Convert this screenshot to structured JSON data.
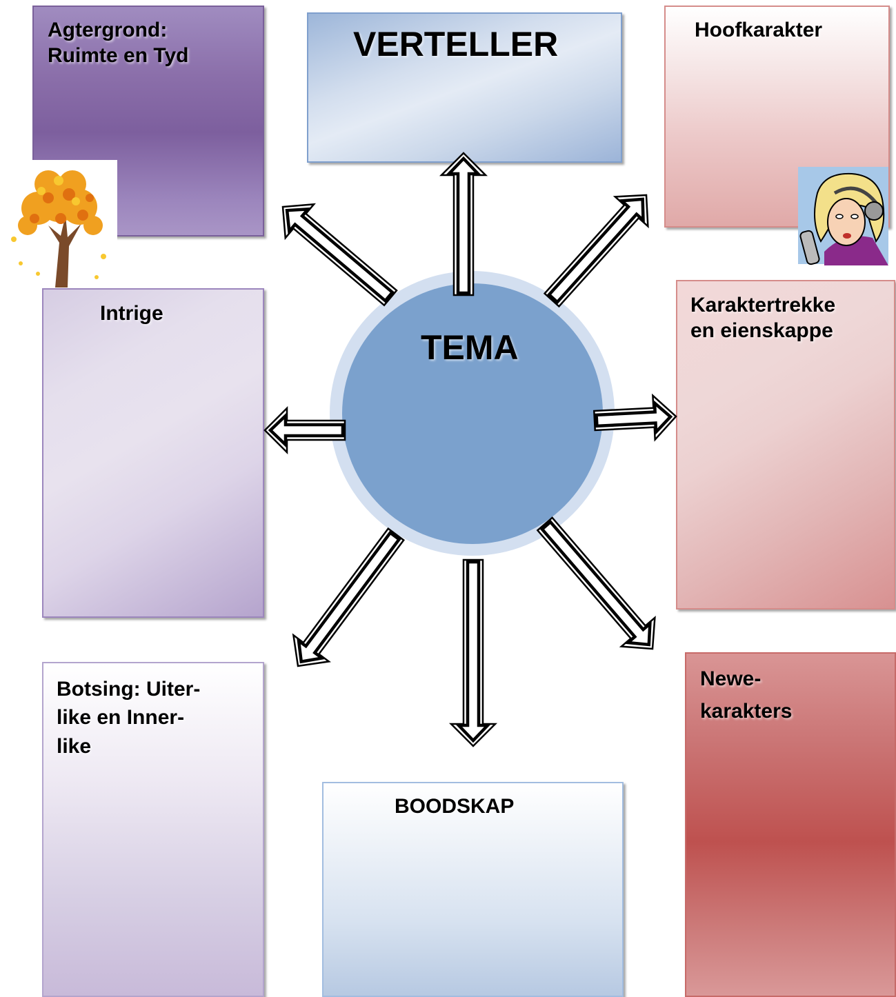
{
  "boxes": {
    "agtergrond": "Agtergrond:\nRuimte en Tyd",
    "verteller": "VERTELLER",
    "hoofkarakter": "Hoofkarakter",
    "intrige": "Intrige",
    "karaktertrekke": "Karaktertrekke\nen eienskappe",
    "botsing": "Botsing: Uiter-\nlike en Inner-\nlike",
    "boodskap": "BOODSKAP",
    "newe": "Newe-\nkarakters"
  },
  "center": {
    "label": "TEMA"
  },
  "illustrations": {
    "tree": "autumn-tree-clipart",
    "singer": "woman-with-headset-microphone-clipart"
  },
  "colors": {
    "circle": "#7ba1cd",
    "circle_ring": "#d3dff0",
    "purple": "#7d5f9e",
    "blue": "#9cb4d8",
    "red": "#be514f"
  }
}
